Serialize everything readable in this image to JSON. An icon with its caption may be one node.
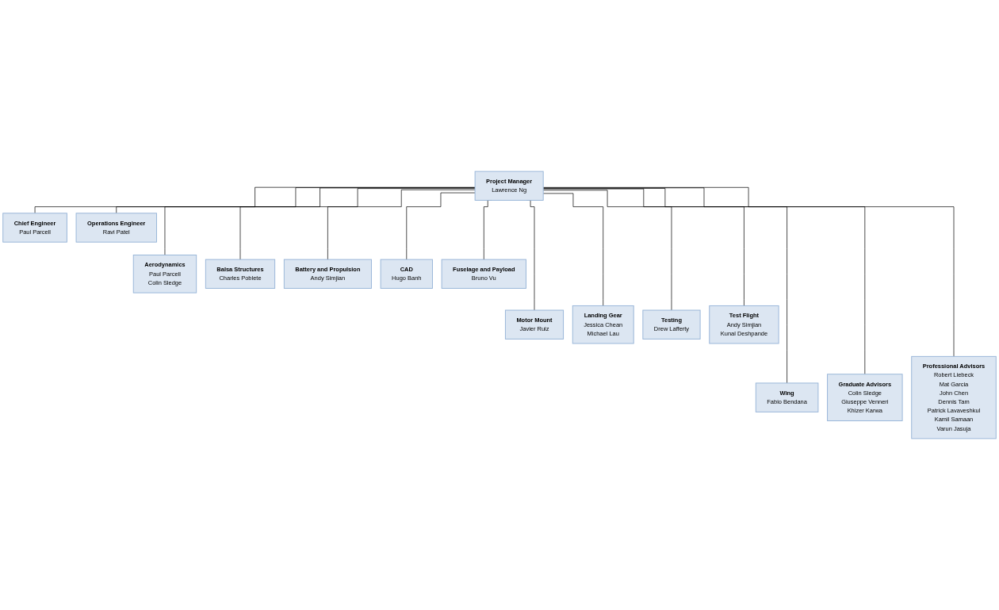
{
  "diagram": {
    "nodes": [
      {
        "text": [
          "Chief Engineer",
          "Paul Parcell"
        ]
      },
      {
        "text": [
          "Project Manager",
          "Lawrence Ng"
        ]
      },
      {
        "text": [
          "Operations Engineer",
          "Ravi Patel"
        ]
      },
      {
        "text": [
          "Aerodynamics",
          "Paul Parcell",
          "Colin Sledge"
        ]
      },
      {
        "text": [
          "Balsa Structures",
          "Charles Poblete"
        ]
      },
      {
        "text": [
          "Battery and Propulsion",
          "Andy Simjian"
        ]
      },
      {
        "text": [
          "CAD",
          "Hugo Banh"
        ]
      },
      {
        "text": [
          "Fuselage and Payload",
          "Bruno Vu"
        ]
      },
      {
        "text": [
          "Motor Mount",
          "Javier Ruiz"
        ]
      },
      {
        "text": [
          "Landing Gear",
          "Jessica Chean",
          "Michael Lau"
        ]
      },
      {
        "text": [
          "Testing",
          "Drew Lafferty"
        ]
      },
      {
        "text": [
          "Test Flight",
          "Andy Simjian",
          "Kunal Deshpande"
        ]
      },
      {
        "text": [
          "Wing",
          "Fabio Bendana"
        ]
      },
      {
        "text": [
          "Graduate Advisors",
          "Colin Sledge",
          "Giuseppe Venneri",
          "Khizer Karwa"
        ]
      },
      {
        "text": [
          "Professional Advisors",
          "Robert Liebeck",
          "Mat Garcia",
          "John Chen",
          "Dennis Tam",
          "Patrick Lavaveshkul",
          "Kamil Samaan",
          "Varun Jasuja"
        ]
      }
    ],
    "edges": [
      {
        "from": 1,
        "to": 0,
        "arrow": "none"
      },
      {
        "from": 1,
        "to": 2,
        "arrow": "none"
      },
      {
        "from": 1,
        "to": 3,
        "arrow": "none"
      },
      {
        "from": 1,
        "to": 4,
        "arrow": "none"
      },
      {
        "from": 1,
        "to": 5,
        "arrow": "none"
      },
      {
        "from": 1,
        "to": 6,
        "arrow": "none"
      },
      {
        "from": 1,
        "to": 7,
        "arrow": "none"
      },
      {
        "from": 1,
        "to": 8,
        "arrow": "none"
      },
      {
        "from": 1,
        "to": 9,
        "arrow": "none"
      },
      {
        "from": 1,
        "to": 10,
        "arrow": "none"
      },
      {
        "from": 1,
        "to": 11,
        "arrow": "none"
      },
      {
        "from": 1,
        "to": 12,
        "arrow": "none"
      },
      {
        "from": 1,
        "to": 13,
        "arrow": "none"
      },
      {
        "from": 1,
        "to": 14,
        "arrow": "none"
      }
    ]
  }
}
